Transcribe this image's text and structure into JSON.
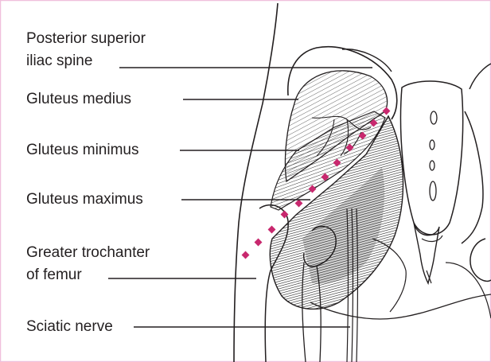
{
  "labels": {
    "psis_line1": "Posterior superior",
    "psis_line2": "iliac spine",
    "gluteus_medius": "Gluteus medius",
    "gluteus_minimus": "Gluteus minimus",
    "gluteus_maximus": "Gluteus maximus",
    "greater_trochanter_line1": "Greater trochanter",
    "greater_trochanter_line2": "of femur",
    "sciatic_nerve": "Sciatic nerve"
  },
  "colors": {
    "frame": "#f0c0dc",
    "line": "#231f20",
    "marker": "#c8286e"
  }
}
